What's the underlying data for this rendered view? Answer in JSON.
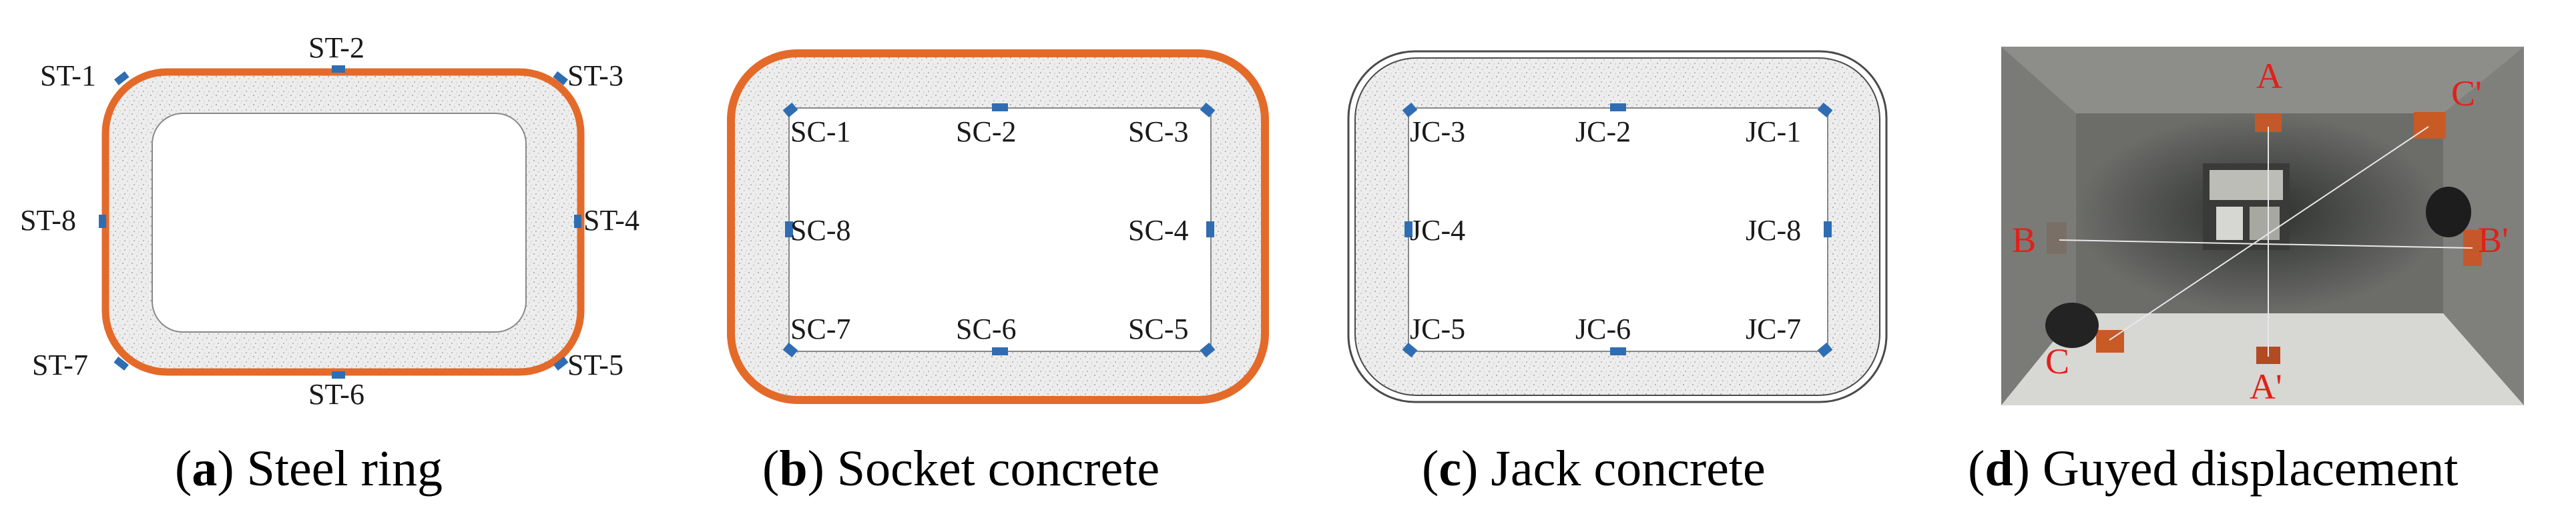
{
  "panels": {
    "a": {
      "caption_letter": "a",
      "caption_text": " Steel ring",
      "gauges": [
        "ST-1",
        "ST-2",
        "ST-3",
        "ST-4",
        "ST-5",
        "ST-6",
        "ST-7",
        "ST-8"
      ]
    },
    "b": {
      "caption_letter": "b",
      "caption_text": " Socket concrete",
      "gauges": [
        "SC-1",
        "SC-2",
        "SC-3",
        "SC-4",
        "SC-5",
        "SC-6",
        "SC-7",
        "SC-8"
      ]
    },
    "c": {
      "caption_letter": "c",
      "caption_text": " Jack concrete",
      "gauges": [
        "JC-1",
        "JC-2",
        "JC-3",
        "JC-4",
        "JC-5",
        "JC-6",
        "JC-7",
        "JC-8"
      ]
    },
    "d": {
      "caption_letter": "d",
      "caption_text": " Guyed displacement",
      "points": [
        "A",
        "A'",
        "B",
        "B'",
        "C",
        "C'"
      ]
    }
  },
  "colors": {
    "steel_ring": "#e46a2a",
    "gauge": "#2f6db3",
    "concrete_fill": "#ececec",
    "outline": "#555555",
    "photo_label": "#e0201a"
  }
}
